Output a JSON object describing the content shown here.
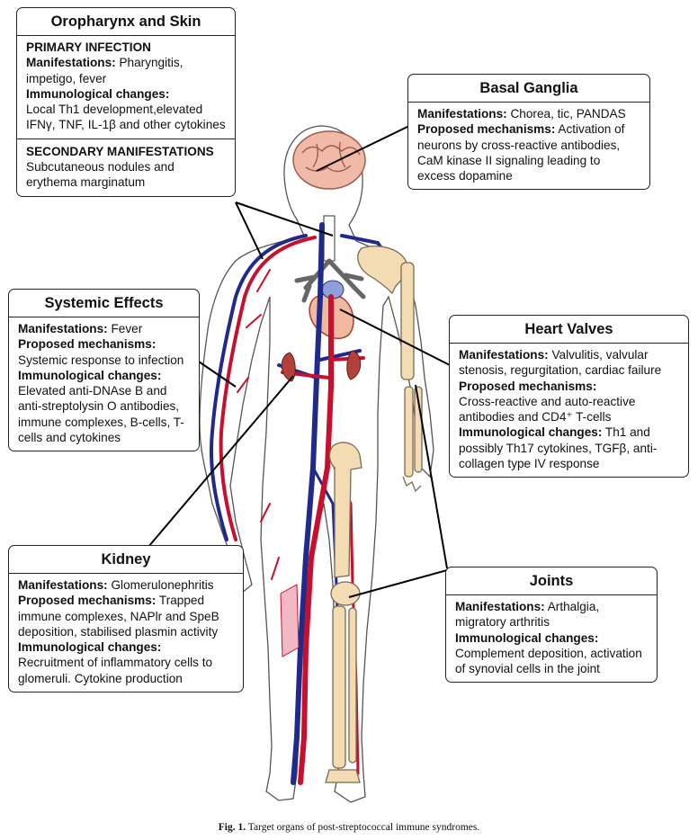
{
  "oropharynx": {
    "title": "Oropharynx and Skin",
    "primary_heading": "PRIMARY INFECTION",
    "manifestations_label": "Manifestations:",
    "manifestations_text": "Pharyngitis, impetigo, fever",
    "immuno_label": "Immunological changes:",
    "immuno_text": "Local Th1 development,elevated IFNγ, TNF, IL-1β and other cytokines",
    "secondary_heading": "SECONDARY MANIFESTATIONS",
    "secondary_text": "Subcutaneous nodules and erythema marginatum"
  },
  "basal_ganglia": {
    "title": "Basal Ganglia",
    "manifestations_label": "Manifestations:",
    "manifestations_text": "Chorea, tic, PANDAS",
    "mechanisms_label": "Proposed mechanisms:",
    "mechanisms_text": "Activation of neurons by cross-reactive antibodies, CaM kinase II signaling leading to excess dopamine"
  },
  "systemic": {
    "title": "Systemic Effects",
    "manifestations_label": "Manifestations:",
    "manifestations_text": "Fever",
    "mechanisms_label": "Proposed mechanisms:",
    "mechanisms_text": "Systemic response to infection",
    "immuno_label": "Immunological changes:",
    "immuno_text": "Elevated anti-DNAse B and anti-streptolysin O antibodies, immune complexes, B-cells, T-cells and cytokines"
  },
  "heart": {
    "title": "Heart Valves",
    "manifestations_label": "Manifestations:",
    "manifestations_text": "Valvulitis, valvular stenosis, regurgitation, cardiac failure",
    "mechanisms_label": "Proposed mechanisms:",
    "mechanisms_text": "Cross-reactive and auto-reactive antibodies and CD4⁺ T-cells",
    "immuno_label": "Immunological changes:",
    "immuno_text": "Th1 and possibly Th17 cytokines, TGFβ, anti-collagen type IV response"
  },
  "kidney": {
    "title": "Kidney",
    "manifestations_label": "Manifestations:",
    "manifestations_text": "Glomerulonephritis",
    "mechanisms_label": "Proposed mechanisms:",
    "mechanisms_text": "Trapped immune complexes, NAPlr and SpeB deposition, stabilised plasmin activity",
    "immuno_label": "Immunological changes:",
    "immuno_text": "Recruitment of inflammatory cells to glomeruli. Cytokine production"
  },
  "joints": {
    "title": "Joints",
    "manifestations_label": "Manifestations:",
    "manifestations_text": "Arthalgia, migratory arthritis",
    "immuno_label": "Immunological changes:",
    "immuno_text": "Complement deposition, activation of synovial cells in the joint"
  },
  "caption": {
    "label": "Fig. 1.",
    "text": "Target organs of post-streptococcal immune syndromes."
  },
  "colors": {
    "artery": "#c8102e",
    "vein": "#1f2a8a",
    "bone": "#f3dcb4",
    "brain": "#f0b9a8",
    "outline": "#222222"
  }
}
